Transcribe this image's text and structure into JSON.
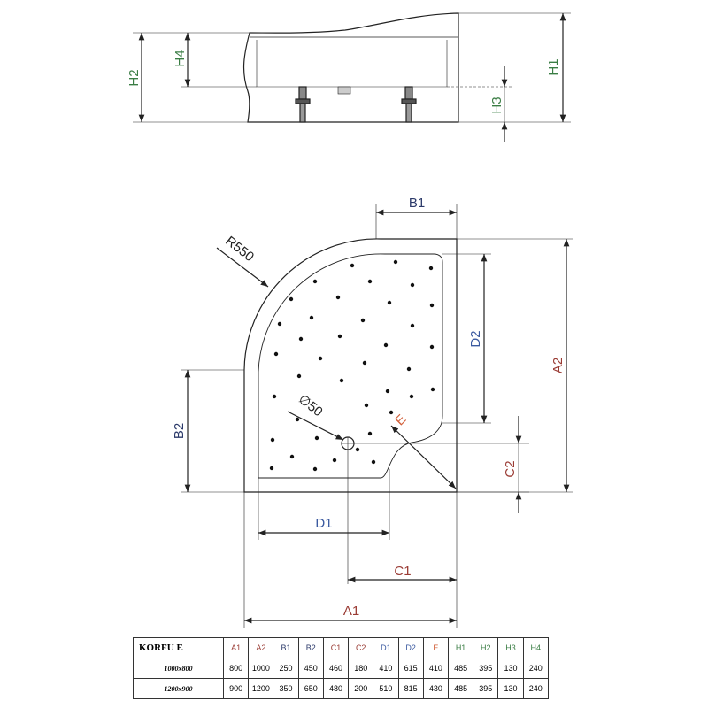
{
  "colors": {
    "line": "#222222",
    "green": "#3a7d44",
    "blue": "#3b5aa0",
    "red": "#9a3b34",
    "navy": "#2c3a6a",
    "orange": "#d2603a"
  },
  "side_view": {
    "labels": {
      "h1": "H1",
      "h2": "H2",
      "h3": "H3",
      "h4": "H4"
    }
  },
  "plan_view": {
    "labels": {
      "a1": "A1",
      "a2": "A2",
      "b1": "B1",
      "b2": "B2",
      "c1": "C1",
      "c2": "C2",
      "d1": "D1",
      "d2": "D2",
      "e": "E",
      "radius": "R550",
      "drain": "∅50"
    }
  },
  "table": {
    "model": "KORFU E",
    "headers": [
      "A1",
      "A2",
      "B1",
      "B2",
      "C1",
      "C2",
      "D1",
      "D2",
      "E",
      "H1",
      "H2",
      "H3",
      "H4"
    ],
    "rows": [
      {
        "size": "1000x800",
        "values": [
          "800",
          "1000",
          "250",
          "450",
          "460",
          "180",
          "410",
          "615",
          "410",
          "485",
          "395",
          "130",
          "240"
        ]
      },
      {
        "size": "1200x900",
        "values": [
          "900",
          "1200",
          "350",
          "650",
          "480",
          "200",
          "510",
          "815",
          "430",
          "485",
          "395",
          "130",
          "240"
        ]
      }
    ]
  }
}
